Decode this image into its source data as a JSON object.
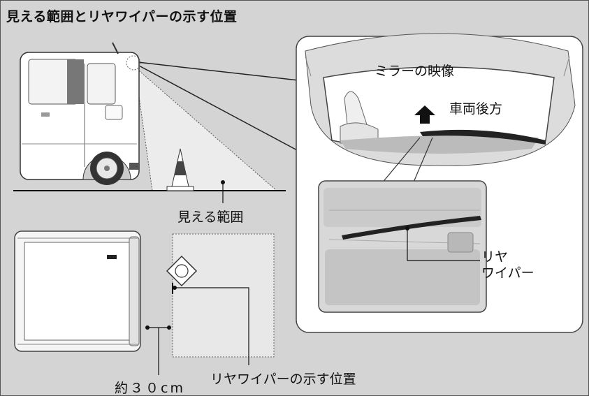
{
  "title": "見える範囲とリヤワイパーの示す位置",
  "labels": {
    "mirror_image": "ミラーの映像",
    "vehicle_rear": "車両後方",
    "visible_range": "見える範囲",
    "rear_wiper_line1": "リヤ",
    "rear_wiper_line2": "ワイパー",
    "wiper_position": "リヤワイパーの示す位置",
    "distance": "約３０cm"
  },
  "colors": {
    "background": "#d4d4d4",
    "vehicle": "#ffffff",
    "outline": "#333333",
    "range_fill": "#ececec",
    "panel_fill": "#ffffff",
    "wiper": "#222222"
  },
  "icons": {
    "cone": "traffic-cone-icon",
    "arrow": "arrow-up-icon",
    "marker": "diamond-marker-icon"
  }
}
